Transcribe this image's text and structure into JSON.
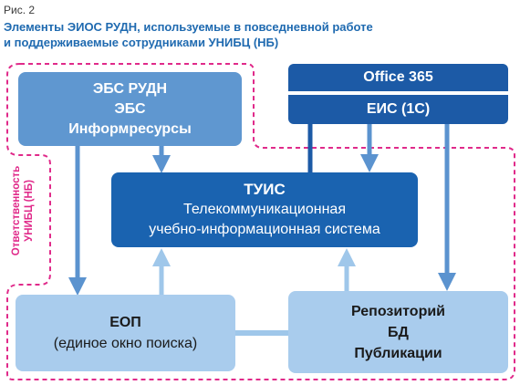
{
  "figure": {
    "label": "Рис. 2",
    "title_line1": "Элементы ЭИОС РУДН, используемые в повседневной работе",
    "title_line2": "и поддерживаемые сотрудниками УНИБЦ (НБ)"
  },
  "boxes": {
    "ebs": {
      "line1": "ЭБС РУДН",
      "line2": "ЭБС",
      "line3": "Информресурсы"
    },
    "office365": {
      "label": "Office 365"
    },
    "eis": {
      "label": "ЕИС (1С)"
    },
    "tuis": {
      "title": "ТУИС",
      "line2": "Телекоммуникационная",
      "line3": "учебно-информационная система"
    },
    "eop": {
      "title": "ЕОП",
      "line2": "(единое окно поиска)"
    },
    "repository": {
      "line1": "Репозиторий",
      "line2": "БД",
      "line3": "Публикации"
    }
  },
  "responsibility": {
    "line1": "Ответственность",
    "line2": "УНИБЦ (НБ)"
  },
  "colors": {
    "title_blue": "#1f6ab0",
    "dark_blue": "#1c5aa6",
    "medium_blue": "#5f97d0",
    "light_blue": "#a9cced",
    "tuis_blue": "#1a63b0",
    "arrow_dark": "#1c5aa6",
    "arrow_medium": "#5b93cf",
    "arrow_light": "#9fc7ea",
    "boundary_pink": "#e02a8a"
  }
}
